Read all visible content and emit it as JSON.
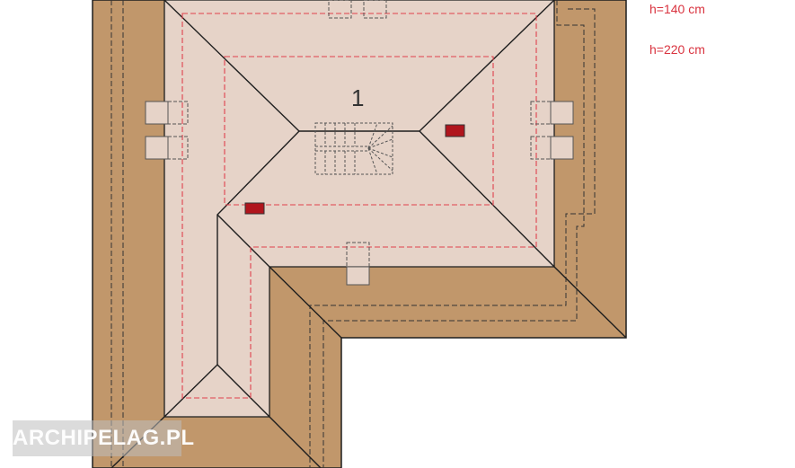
{
  "legend": {
    "h140": "h=140 cm",
    "h220": "h=220 cm"
  },
  "room": {
    "number": "1"
  },
  "watermark": {
    "text": "ARCHIPELAG.PL"
  },
  "colors": {
    "roof_brown": "#c1976b",
    "floor_pink": "#e6d3c8",
    "line_dark": "#1e1e1e",
    "dash_red": "#e0414d",
    "chimney_red": "#b0151d",
    "legend_red": "#d9333f"
  }
}
